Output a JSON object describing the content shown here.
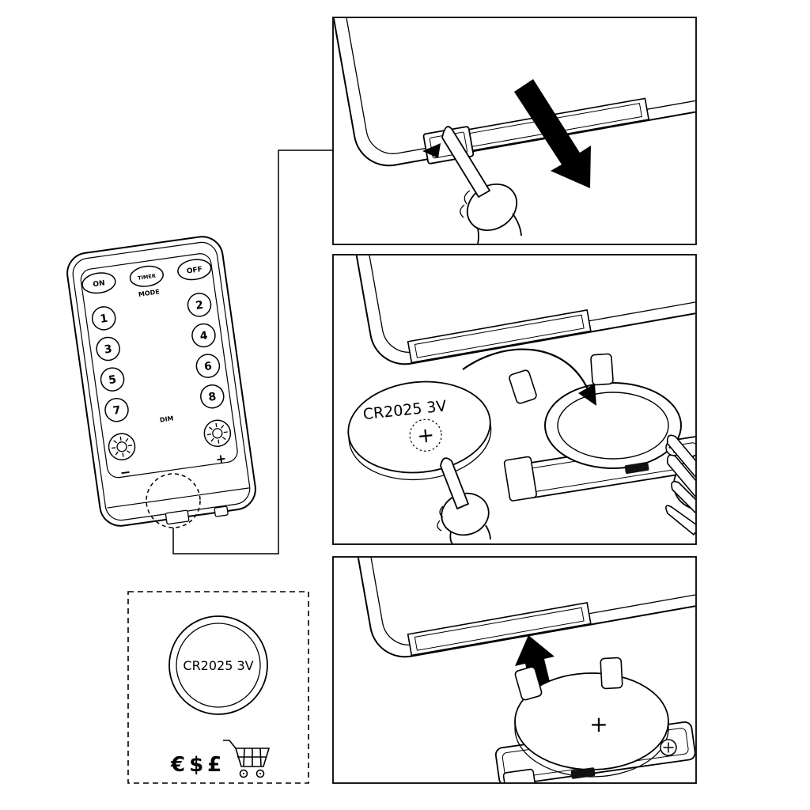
{
  "remote": {
    "power_buttons": [
      "ON",
      "TIMER",
      "OFF"
    ],
    "mode_label": "MODE",
    "numbers": [
      "1",
      "2",
      "3",
      "4",
      "5",
      "6",
      "7",
      "8"
    ],
    "dim_label": "DIM",
    "dim_minus": "−",
    "dim_plus": "+"
  },
  "battery": {
    "model": "CR2025 3V",
    "polarity": "+"
  },
  "purchase": {
    "currencies": "€$£"
  },
  "colors": {
    "ink": "#000000",
    "paper": "#ffffff"
  },
  "icons": {
    "sun-icon": "☀",
    "shopping-cart-icon": "🛒",
    "screw-icon": "⊕",
    "slide-out-arrow-icon": "➘",
    "push-in-arrow-icon": "⬆",
    "insert-arrow-icon": "⤵",
    "press-arrow-icon": "◀",
    "pointing-hand-icon": "☝",
    "holding-hand-icon": "✋",
    "battery-location-indicator": "◌"
  }
}
